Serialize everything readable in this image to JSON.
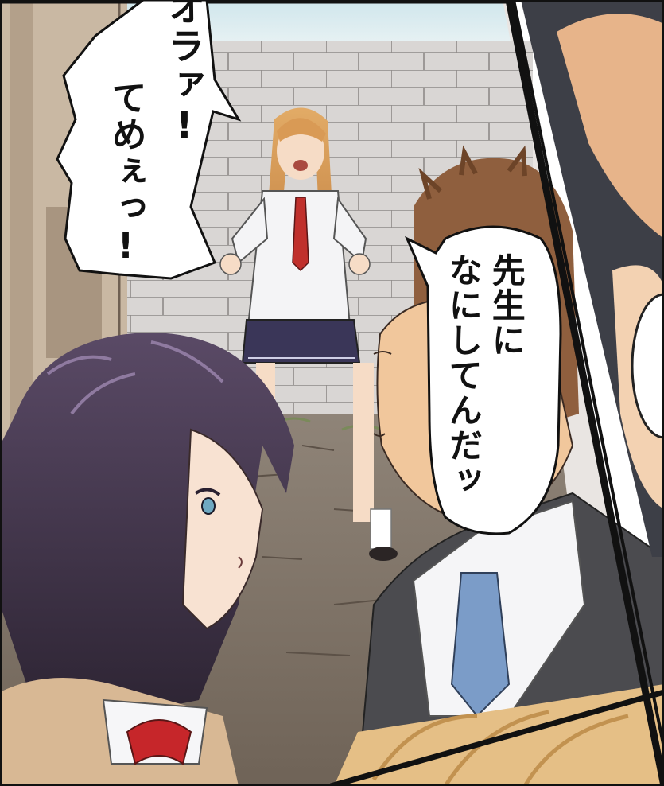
{
  "panel": {
    "bubbles": [
      {
        "lines": [
          "オラァ!",
          "てめぇっ!"
        ]
      },
      {
        "lines": [
          "先生に",
          "なにしてんだッ"
        ]
      }
    ]
  }
}
